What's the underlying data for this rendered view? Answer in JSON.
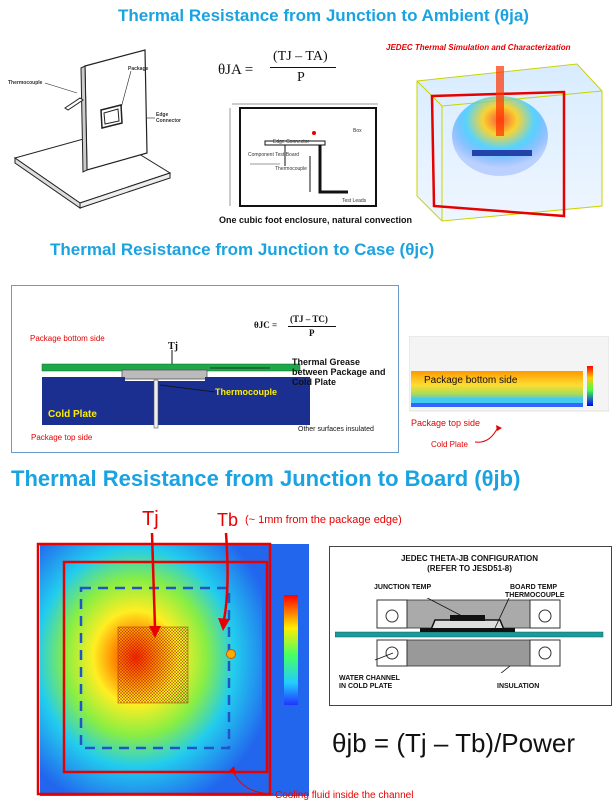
{
  "sections": {
    "ja_title": "Thermal Resistance from Junction to Ambient (θja)",
    "jc_title": "Thermal Resistance from Junction to Case (θjc)",
    "jb_title": "Thermal Resistance from Junction to Board (θjb)"
  },
  "ja": {
    "package_label": "Package",
    "thermocouple_label": "Thermocouple",
    "edge_connector_label": "Edge Connector",
    "formula_lhs": "θJA =",
    "formula_num": "(TJ – TA)",
    "formula_den": "P",
    "enclosure_box_label": "Box",
    "enclosure_edge_connector": "Edge Connector",
    "enclosure_thermocouple": "Thermocouple",
    "enclosure_component_tab": "Component Test Board",
    "enclosure_test_leads": "Test Leads",
    "enclosure_caption": "One cubic foot enclosure, natural convection",
    "jedec_label": "JEDEC Thermal Simulation and Characterization"
  },
  "jc": {
    "package_bottom": "Package bottom side",
    "tj_label": "Tj",
    "formula_lhs": "θJC =",
    "formula_num": "(TJ – TC)",
    "formula_den": "P",
    "thermal_grease": "Thermal Grease between Package and Cold Plate",
    "thermocouple": "Thermocouple",
    "cold_plate": "Cold Plate",
    "package_top": "Package top side",
    "other_surfaces": "Other surfaces insulated",
    "sim_package_bottom": "Package bottom side",
    "sim_package_top": "Package top side",
    "sim_cold_plate": "Cold Plate"
  },
  "jb": {
    "tj_label": "Tj",
    "tb_label": "Tb",
    "tb_note": "(~ 1mm from the package edge)",
    "cooling_fluid": "Cooling fluid inside the channel",
    "jedec_title_1": "JEDEC THETA-JB CONFIGURATION",
    "jedec_title_2": "(REFER TO JESD51-8)",
    "junction_temp": "JUNCTION TEMP",
    "board_temp_1": "BOARD TEMP",
    "board_temp_2": "THERMOCOUPLE",
    "water_channel_1": "WATER CHANNEL",
    "water_channel_2": "IN COLD PLATE",
    "insulation": "INSULATION",
    "formula": "θjb = (Tj – Tb)/Power"
  },
  "colors": {
    "title_blue": "#1aa3e0",
    "label_red": "#e60000",
    "cold_plate_blue": "#1a2f8f",
    "board_green": "#1fa84a"
  }
}
